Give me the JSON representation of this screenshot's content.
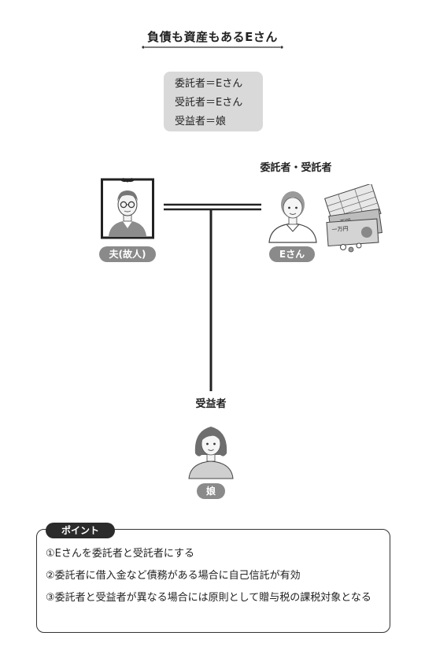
{
  "title": "負債も資産もあるEさん",
  "summary": {
    "line1": "委託者＝Eさん",
    "line2": "受託者＝Eさん",
    "line3": "受益者＝娘"
  },
  "nodes": {
    "husband": {
      "name": "夫(故人)"
    },
    "e_san": {
      "role": "委託者・受託者",
      "name": "Eさん"
    },
    "daughter": {
      "role": "受益者",
      "name": "娘"
    }
  },
  "banknote_text": "一万円",
  "points": {
    "tag": "ポイント",
    "items": [
      "①Eさんを委託者と受託者にする",
      "②委託者に借入金など債務がある場合に自己信託が有効",
      "③委託者と受益者が異なる場合には原則として贈与税の課税対象となる"
    ]
  },
  "colors": {
    "pill": "#8a8a8a",
    "summary_bg": "#d9d9d9",
    "tag_bg": "#2b2b2b",
    "line": "#222222"
  }
}
